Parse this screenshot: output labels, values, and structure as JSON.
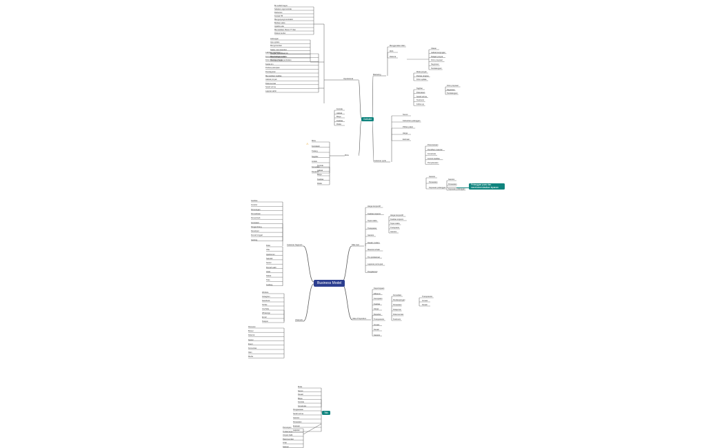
{
  "map1": {
    "root": "Outbuild",
    "operational": {
      "label": "Operasional",
      "nodes": [
        "Bo sudah bagus",
        "Sebelum sign kontrak",
        "Deliveries",
        "Kontak TB",
        "Mengunjungi kontraktor",
        "Berikan sales",
        "Apabila ada",
        "Memastikan: Beton TT dan",
        "Diskusi tender",
        "Hubungan",
        "Apa update",
        "Mengonsultasi",
        "Status memorandum",
        "Dengan spesifikasi tim",
        "Memberikan tender",
        "Meninjau harga pembelian",
        "Lakukan negosiasi",
        "Komunikasi dengan vendor",
        "Kirim rencana proyek",
        "Kelola tim",
        "Periksa pekerjaan",
        "Pembayaran",
        "Memastikan kualitas",
        "Jadwal proyek",
        "Dokumentasi",
        "Serah terima",
        "Laporan akhir",
        "Kontrak",
        "Jadwal",
        "Biaya",
        "Kualitas",
        "Risiko"
      ]
    },
    "mitra": {
      "label": "Mitra",
      "nodes": [
        "Mitra",
        "Kontraktor",
        "Tukang",
        "Supplier",
        "Arsitek",
        "Konsultan",
        "Desainer"
      ]
    },
    "branches": {
      "marketing": {
        "label": "Marketing",
        "nodes": [
          "Menggunakan iklan",
          "Web",
          "Referral",
          "Ulasan",
          "Jadwal kunjungan",
          "Pelajari proyek",
          "Kirim proposal",
          "Negosiasi",
          "Tandatangani",
          "Mulai proyek",
          "Pantau progres",
          "Kirim update",
          "Tagihan",
          "Pelunasan",
          "Serah terima",
          "Testimoni",
          "Follow up"
        ]
      },
      "customer": {
        "label": "Customer cycle",
        "nodes": [
          "Survei",
          "Kebutuhan pelanggan",
          "Pilihan paket",
          "Harga",
          "Estimasi",
          "Perencanaan",
          "Pemilihan material",
          "Konstruksi",
          "Kontrol kualitas",
          "Penyelesaian",
          "Garansi",
          "Perawatan",
          "Kepuasan pelanggan"
        ]
      },
      "highlight": "Pelanggan puas dan merekomendasikan layanan"
    }
  },
  "map2": {
    "root": "Business Model",
    "customer_segment": {
      "label": "Customer Segment",
      "nodes": [
        "Fasilitas",
        "Investor",
        "Perorangan",
        "Perusahaan",
        "Pemerintah",
        "Kontraktor",
        "Pengembang",
        "Developer",
        "Rumah tinggal",
        "Gedung",
        "Ruko",
        "Villa",
        "Apartemen",
        "Sekolah",
        "Kantor",
        "Rumah sakit",
        "Hotel",
        "Pabrik",
        "Toko",
        "Gudang"
      ]
    },
    "nilai_jual": {
      "label": "Nilai Jual",
      "nodes": [
        "Harga kompetitif",
        "Kualitas terjamin",
        "Tepat waktu",
        "Transparan",
        "Garansi",
        "Desain modern",
        "Material terbaik",
        "Tim profesional",
        "Layanan purna jual",
        "Pengalaman"
      ]
    },
    "channels": {
      "label": "Channels",
      "nodes": [
        "Website",
        "Instagram",
        "Facebook",
        "TikTok",
        "YouTube",
        "WhatsApp",
        "Email",
        "Telepon",
        "Pameran",
        "Brosur",
        "Referral",
        "Kantor",
        "Event",
        "Komunitas",
        "Iklan",
        "Media"
      ]
    },
    "value_proposition": {
      "label": "Value Proposition",
      "nodes": [
        "Kepercayaan",
        "Efisiensi",
        "Kecepatan",
        "Kualitas",
        "Harga",
        "Fleksibel",
        "Transparansi",
        "Inovasi",
        "Desain",
        "Garansi",
        "Konsultasi",
        "Pendampingan",
        "Perawatan",
        "Pelaporan",
        "Dokumentasi",
        "Testimoni"
      ]
    }
  },
  "map3": {
    "root": "Titik",
    "nodes": [
      "Mulai",
      "Survei",
      "Desain",
      "Biaya",
      "Kontrak",
      "Konstruksi",
      "Pengawasan",
      "Serah terima",
      "Garansi",
      "Perawatan",
      "Evaluasi",
      "Laporan",
      "Penutupan",
      "Tindak lanjut",
      "Umpan balik",
      "Rekomendasi",
      "Arsip",
      "Selesai"
    ]
  },
  "warning": "⚠"
}
